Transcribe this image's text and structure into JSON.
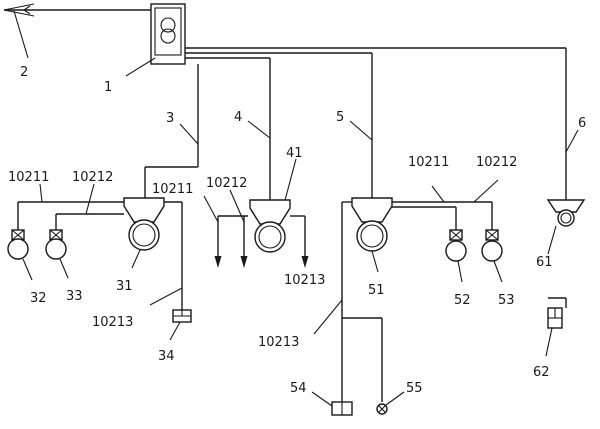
{
  "labels": {
    "l2": "2",
    "l1": "1",
    "l3": "3",
    "l4": "4",
    "l5": "5",
    "l6": "6",
    "l41": "41",
    "g1_10211": "10211",
    "g1_10212": "10212",
    "g2_10211": "10211",
    "g2_10212": "10212",
    "g2_10213": "10213",
    "g3_10211": "10211",
    "g3_10212": "10212",
    "l32": "32",
    "l33": "33",
    "l31": "31",
    "g1_10213": "10213",
    "l34": "34",
    "l51": "51",
    "l52": "52",
    "l53": "53",
    "g3_10213": "10213",
    "l54": "54",
    "l55": "55",
    "l61": "61",
    "l62": "62"
  }
}
